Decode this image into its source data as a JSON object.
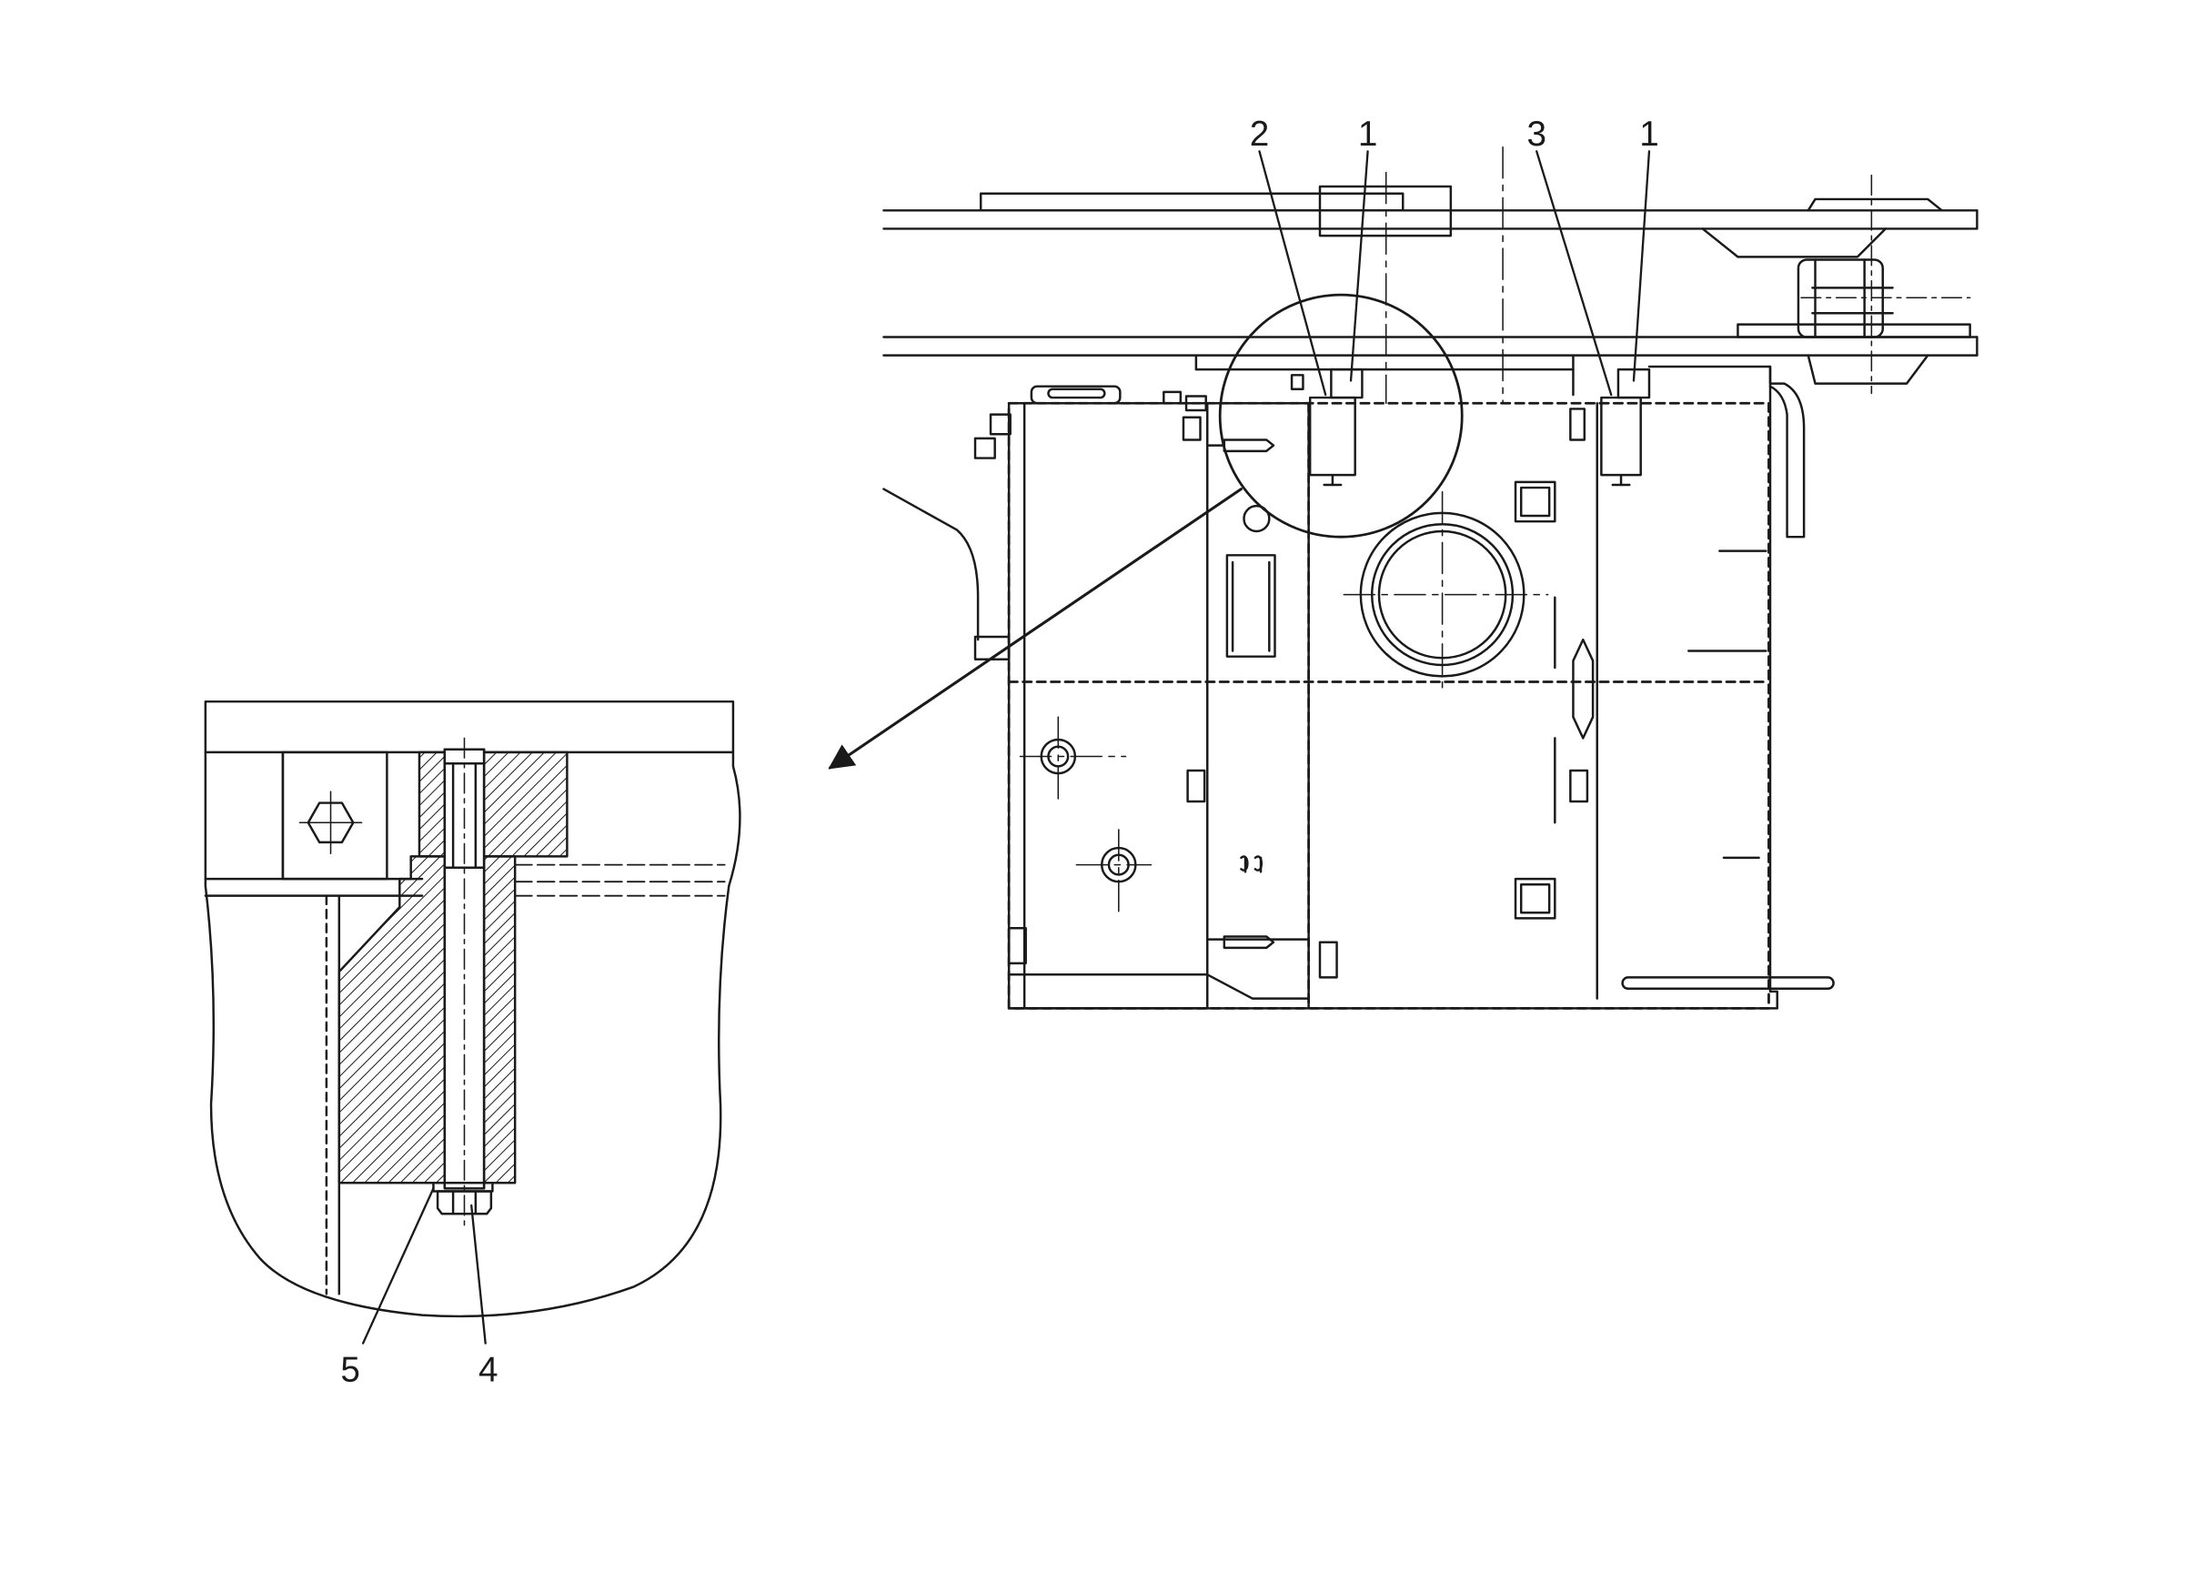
{
  "callouts": {
    "c1a": "1",
    "c1b": "1",
    "c2": "2",
    "c3": "3",
    "c4": "4",
    "c5": "5"
  },
  "colors": {
    "line": "#1a1a1a",
    "paper": "#ffffff"
  }
}
